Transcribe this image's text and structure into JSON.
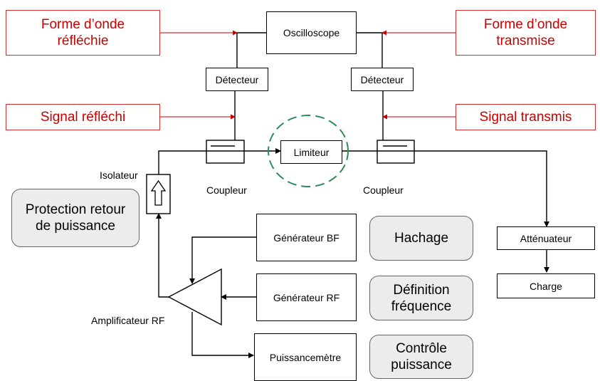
{
  "blocks": {
    "oscilloscope": "Oscilloscope",
    "detector_left": "Détecteur",
    "detector_right": "Détecteur",
    "limiter": "Limiteur",
    "bf_generator": "Générateur BF",
    "rf_generator": "Générateur RF",
    "power_meter": "Puissancemètre",
    "attenuator": "Atténuateur",
    "load": "Charge"
  },
  "labels": {
    "isolator": "Isolateur",
    "coupler_left": "Coupleur",
    "coupler_right": "Coupleur",
    "rf_amplifier": "Amplificateur RF"
  },
  "callouts": {
    "reflected_waveform": "Forme d’onde\nréfléchie",
    "transmitted_waveform": "Forme d’onde\ntransmise",
    "reflected_signal": "Signal réfléchi",
    "transmitted_signal": "Signal transmis"
  },
  "notes": {
    "power_return_protection": "Protection retour\nde puissance",
    "chopping": "Hachage",
    "frequency_definition": "Définition\nfréquence",
    "power_control": "Contrôle\npuissance"
  },
  "colors": {
    "callout_red": "#cc0000",
    "highlight_green": "#2e8b57",
    "note_fill": "#ececec"
  }
}
